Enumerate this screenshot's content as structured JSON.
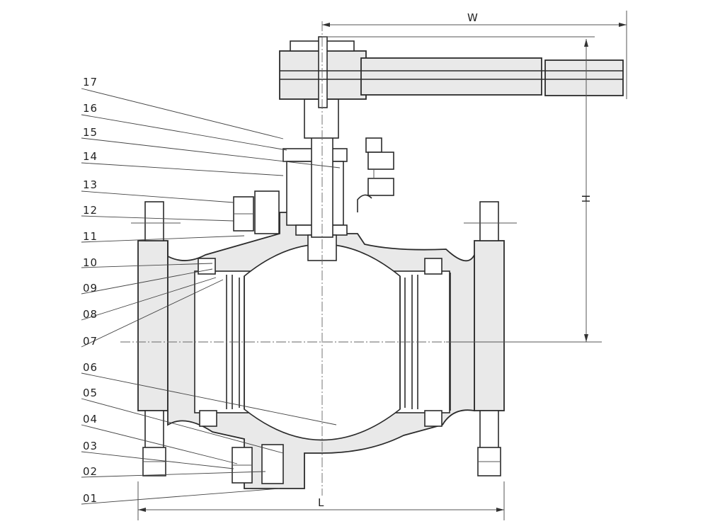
{
  "dimensions": {
    "width": "W",
    "length": "L",
    "height": "H"
  },
  "parts": [
    "17",
    "16",
    "15",
    "14",
    "13",
    "12",
    "11",
    "10",
    "09",
    "08",
    "07",
    "06",
    "05",
    "04",
    "03",
    "02",
    "01"
  ]
}
